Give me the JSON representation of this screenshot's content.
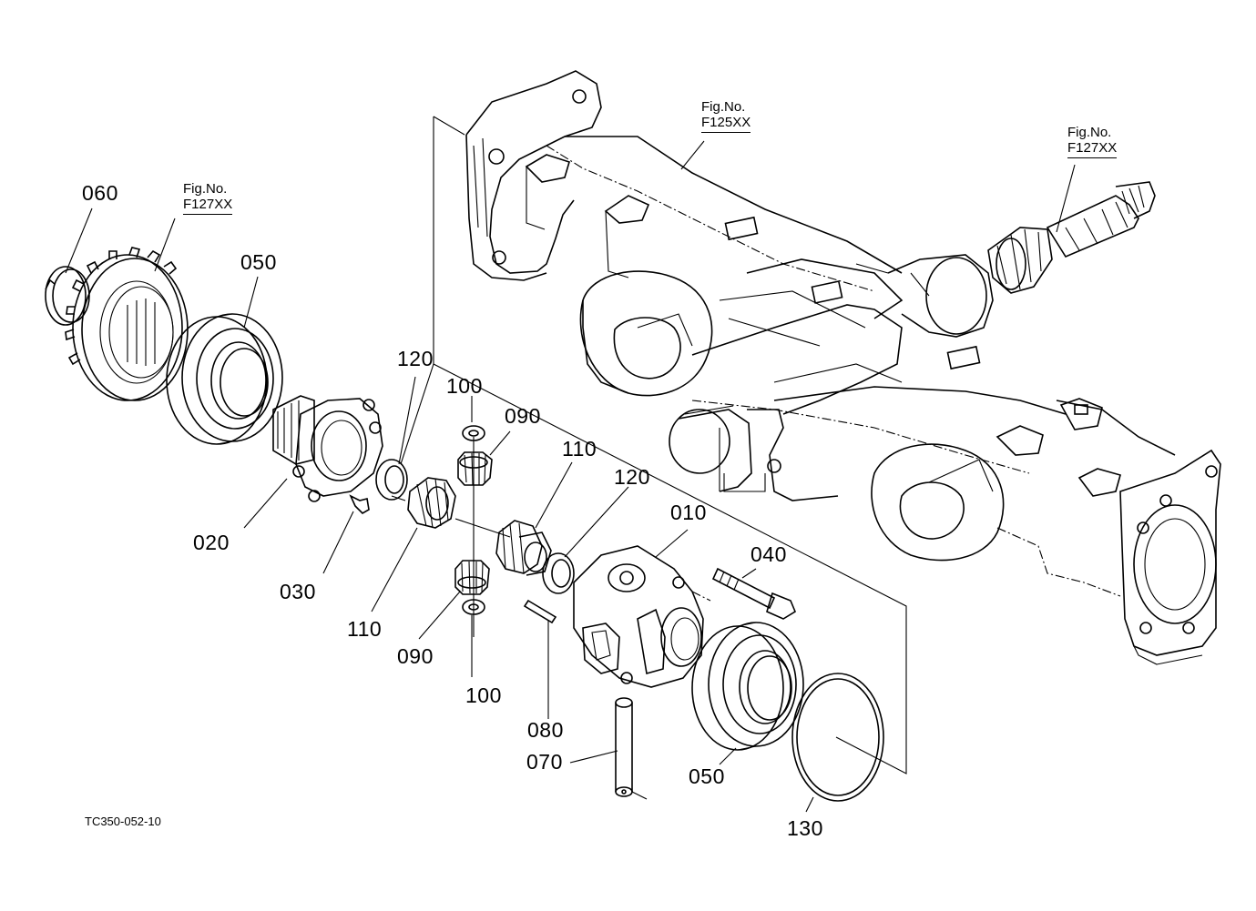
{
  "drawing_id": "TC350-052-10",
  "fig_refs": [
    {
      "id": "ref-housing",
      "label": "Fig.No.",
      "code": "F125XX"
    },
    {
      "id": "ref-pinion",
      "label": "Fig.No.",
      "code": "F127XX"
    },
    {
      "id": "ref-ring-gear",
      "label": "Fig.No.",
      "code": "F127XX"
    }
  ],
  "parts": [
    {
      "id": "part-060",
      "number": "060"
    },
    {
      "id": "part-050-left",
      "number": "050"
    },
    {
      "id": "part-020",
      "number": "020"
    },
    {
      "id": "part-030",
      "number": "030"
    },
    {
      "id": "part-120-left",
      "number": "120"
    },
    {
      "id": "part-100-top",
      "number": "100"
    },
    {
      "id": "part-090-top",
      "number": "090"
    },
    {
      "id": "part-110-left",
      "number": "110"
    },
    {
      "id": "part-110-right",
      "number": "110"
    },
    {
      "id": "part-090-bottom",
      "number": "090"
    },
    {
      "id": "part-100-bottom",
      "number": "100"
    },
    {
      "id": "part-120-right",
      "number": "120"
    },
    {
      "id": "part-010",
      "number": "010"
    },
    {
      "id": "part-040",
      "number": "040"
    },
    {
      "id": "part-080",
      "number": "080"
    },
    {
      "id": "part-070",
      "number": "070"
    },
    {
      "id": "part-050-right",
      "number": "050"
    },
    {
      "id": "part-130",
      "number": "130"
    }
  ]
}
